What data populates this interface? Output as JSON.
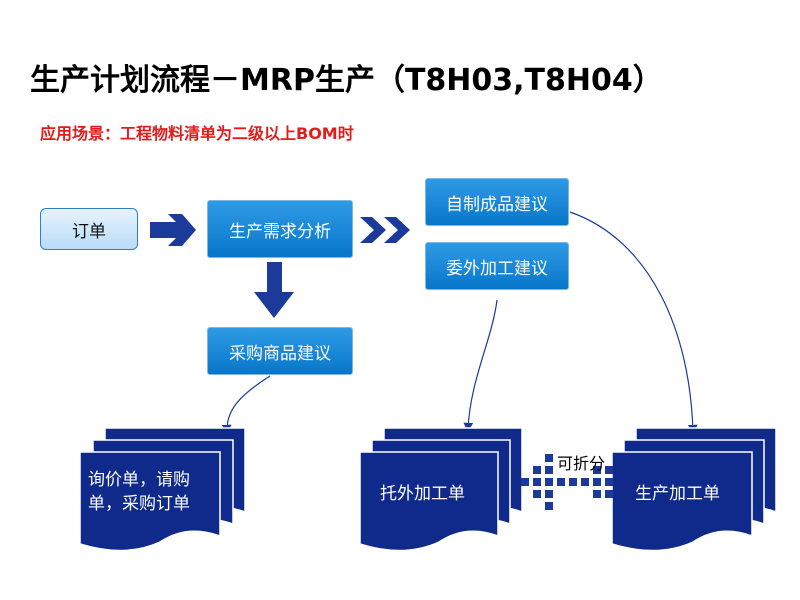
{
  "title": "生产计划流程－MRP生产（T8H03,T8H04）",
  "subtitle": "应用场景：工程物料清单为二级以上BOM时",
  "nodes": {
    "order": "订单",
    "demand_analysis": "生产需求分析",
    "purchase_suggestion": "采购商品建议",
    "self_made_suggestion": "自制成品建议",
    "outsource_suggestion": "委外加工建议"
  },
  "documents": {
    "inquiry_line1": "询价单，请购",
    "inquiry_line2": "单，采购订单",
    "outsource_order": "托外加工单",
    "production_order": "生产加工单"
  },
  "labels": {
    "split": "可折分"
  },
  "colors": {
    "box_blue": "#0876c9",
    "doc_navy": "#0f2a8a",
    "arrow_navy": "#1b3a99",
    "subtitle_red": "#e41b1b"
  }
}
